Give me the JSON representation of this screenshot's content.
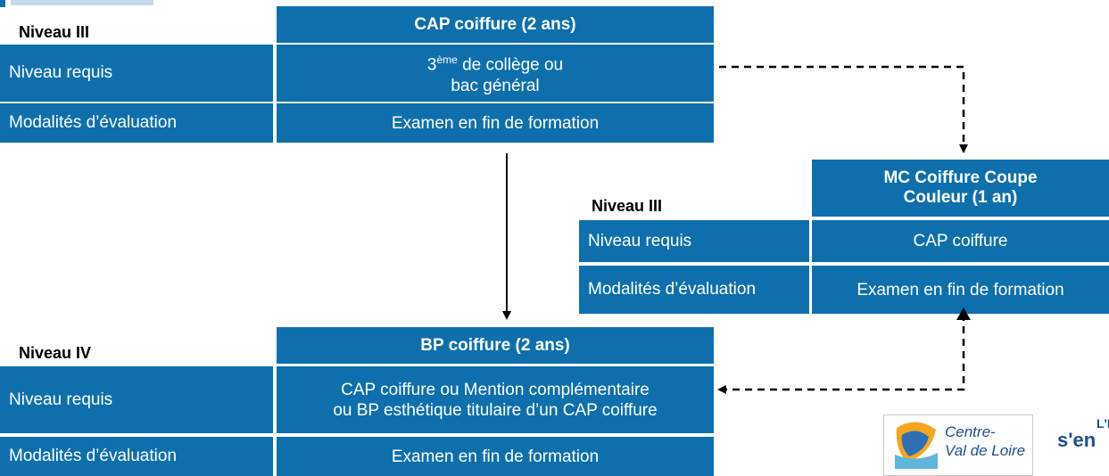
{
  "colors": {
    "box": "#0f6fad",
    "text": "#ffffff"
  },
  "cap": {
    "niveau": "Niveau III",
    "title": "CAP coiffure (2 ans)",
    "row1_label": "Niveau requis",
    "row1_value_sup_base": "3",
    "row1_value_sup": "ème",
    "row1_value_line1_rest": " de collège ou",
    "row1_value_line2": "bac général",
    "row2_label": "Modalités d’évaluation",
    "row2_value": "Examen en fin de formation"
  },
  "mc": {
    "niveau": "Niveau III",
    "title_line1": "MC Coiffure Coupe",
    "title_line2": "Couleur (1 an)",
    "row1_label": "Niveau requis",
    "row1_value": "CAP coiffure",
    "row2_label": "Modalités d’évaluation",
    "row2_value": "Examen en fin de formation"
  },
  "bp": {
    "niveau": "Niveau IV",
    "title": "BP coiffure (2 ans)",
    "row1_label": "Niveau requis",
    "row1_value_line1": "CAP coiffure ou Mention complémentaire",
    "row1_value_line2": "ou BP esthétique titulaire d’un CAP coiffure",
    "row2_label": "Modalités d’évaluation",
    "row2_value": "Examen en fin de formation"
  },
  "logos": {
    "region_line1": "Centre-",
    "region_line2": "Val de Loire",
    "partner_text_top": "L'E",
    "partner_text": "s'en",
    "icons": [
      "centre-val-de-loire-logo",
      "partner-logo"
    ]
  }
}
